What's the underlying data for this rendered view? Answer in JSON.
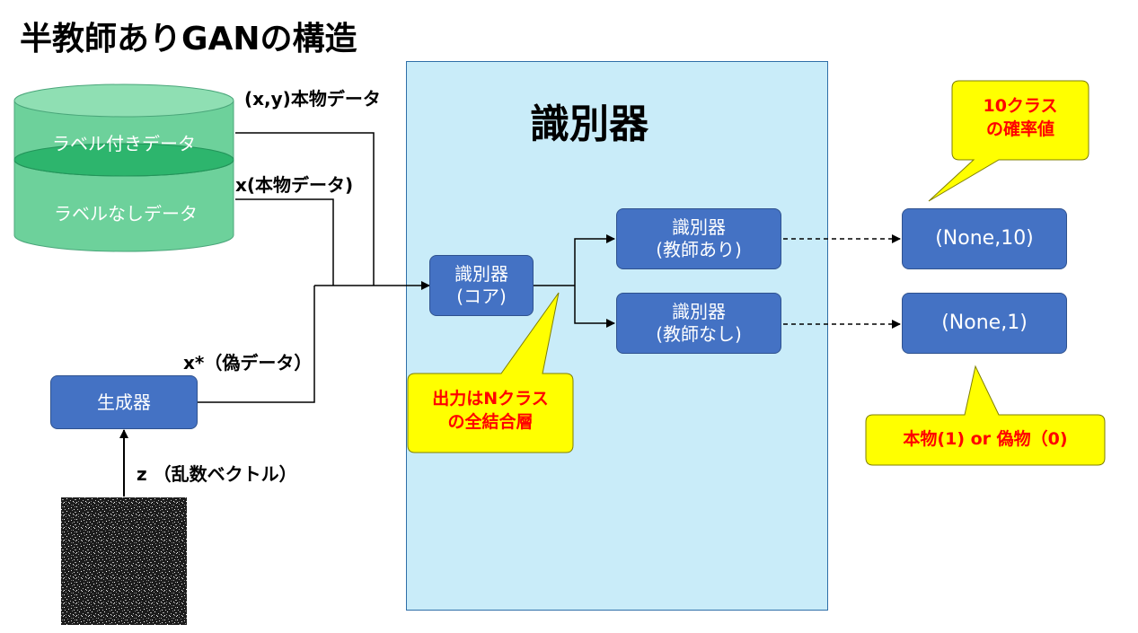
{
  "title": "半教師ありGANの構造",
  "discriminator_panel": {
    "title": "識別器"
  },
  "dataset": {
    "labeled": "ラベル付きデータ",
    "unlabeled": "ラベルなしデータ"
  },
  "edge_labels": {
    "xy_real": "(x,y)本物データ",
    "x_real": "x(本物データ)",
    "x_fake": "x*（偽データ）",
    "z_noise": "z （乱数ベクトル）"
  },
  "nodes": {
    "generator": "生成器",
    "core_line1": "識別器",
    "core_line2": "(コア)",
    "supervised_line1": "識別器",
    "supervised_line2": "(教師あり)",
    "unsupervised_line1": "識別器",
    "unsupervised_line2": "(教師なし)",
    "output_supervised": "(None,10)",
    "output_unsupervised": "(None,1)"
  },
  "callouts": {
    "classes_line1": "10クラス",
    "classes_line2": "の確率値",
    "fc_line1": "出力はNクラス",
    "fc_line2": "の全結合層",
    "real_fake": "本物(1) or 偽物（0)"
  },
  "colors": {
    "box_fill": "#4472c4",
    "panel_fill": "#c9ecf9",
    "cylinder_fill": "#6dd19b",
    "cylinder_band": "#2db56d",
    "callout_fill": "#ffff00",
    "callout_text": "#ff0000"
  }
}
